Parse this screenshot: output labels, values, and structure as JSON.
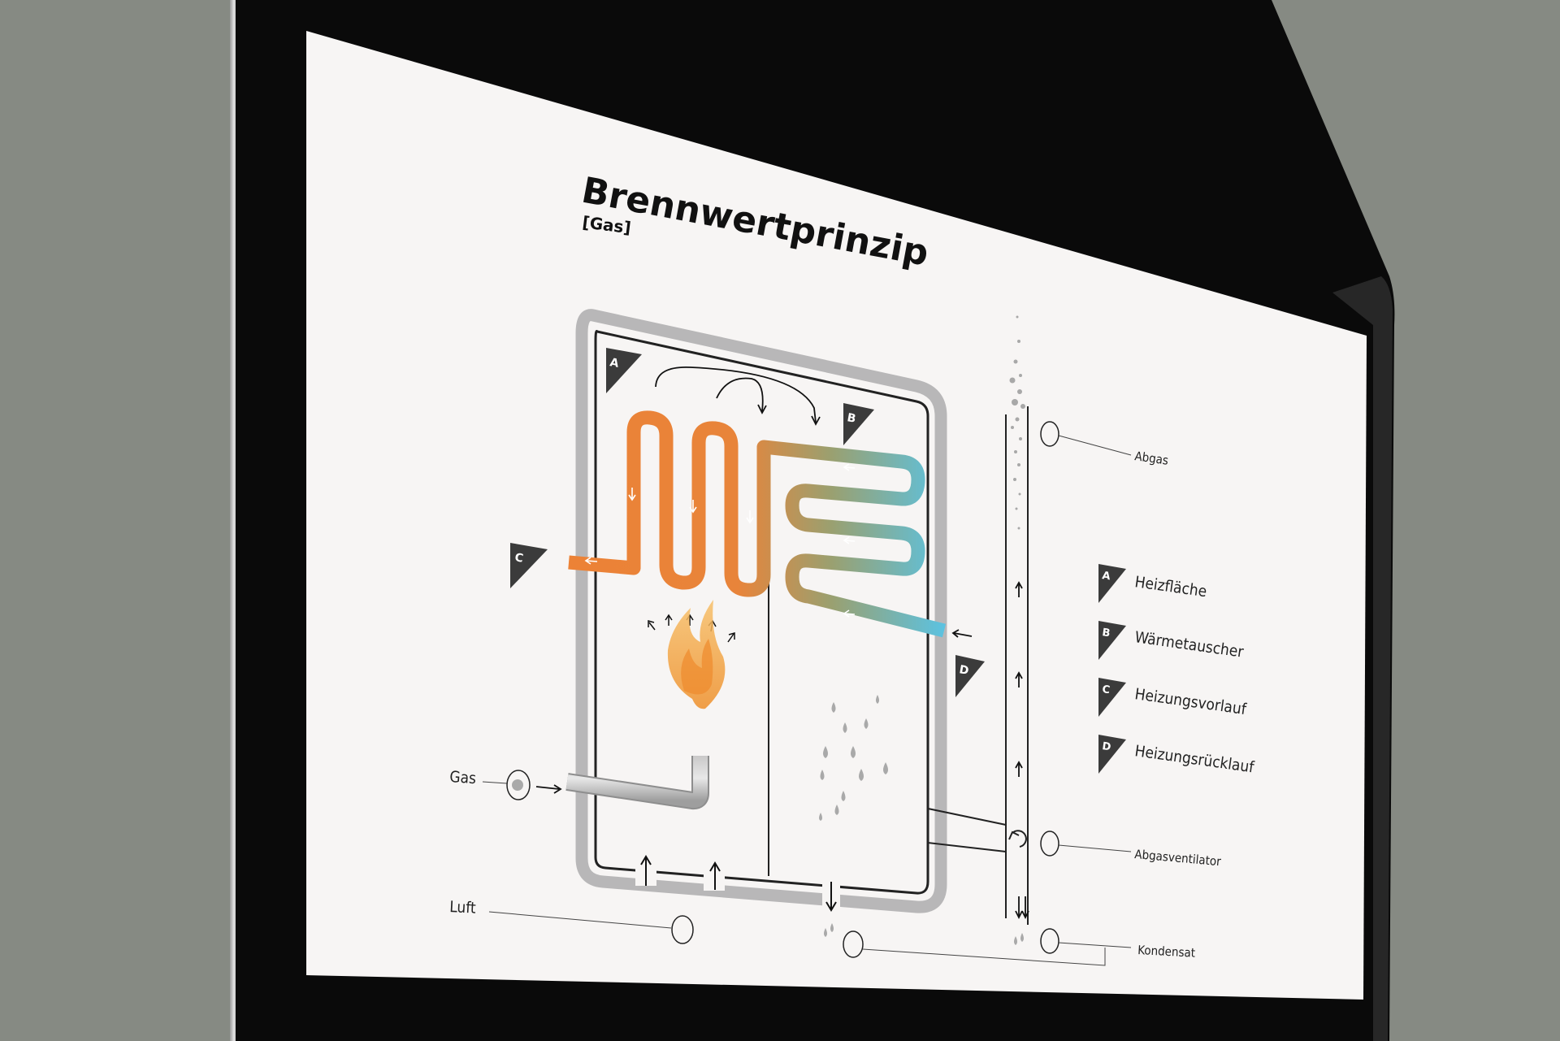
{
  "diagram": {
    "title": "Brennwertprinzip",
    "subtitle": "[Gas]",
    "markers": {
      "a": "A",
      "b": "B",
      "c": "C",
      "d": "D"
    },
    "legend": [
      {
        "letter": "A",
        "label": "Heizfläche"
      },
      {
        "letter": "B",
        "label": "Wärmetauscher"
      },
      {
        "letter": "C",
        "label": "Heizungsvorlauf"
      },
      {
        "letter": "D",
        "label": "Heizungsrücklauf"
      }
    ],
    "callouts": {
      "abgas": "Abgas",
      "abgasventilator": "Abgasventilator",
      "kondensat": "Kondensat",
      "gas": "Gas",
      "luft": "Luft"
    }
  },
  "colors": {
    "background": "#868a83",
    "bezel": "#0a0a0a",
    "screen": "#f7f5f4",
    "hot_pipe": "#ec8236",
    "cold_pipe": "#5cc2e0",
    "boiler_frame": "#b8b7b8",
    "marker": "#3b3b3b",
    "flame": "#f2a03a"
  }
}
